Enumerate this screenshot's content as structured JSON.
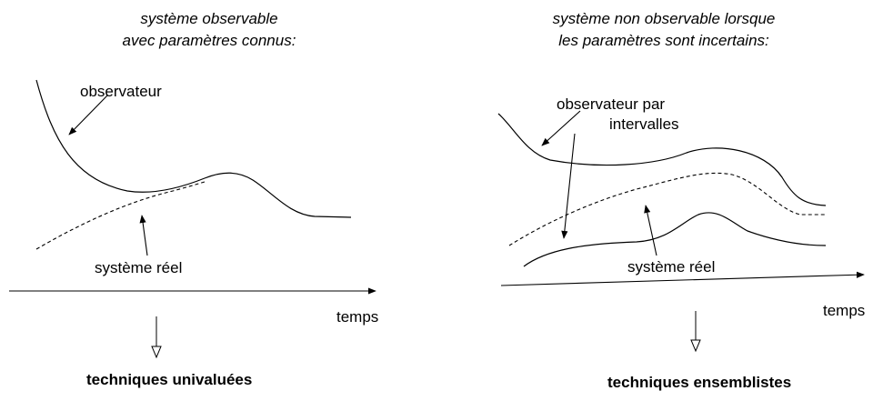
{
  "left_panel": {
    "title_line1": "système observable",
    "title_line2": "avec paramètres connus:",
    "observer_label": "observateur",
    "real_system_label": "système réel",
    "time_label": "temps",
    "conclusion": "techniques univaluées"
  },
  "right_panel": {
    "title_line1": "système non observable lorsque",
    "title_line2": "les paramètres sont incertains:",
    "observer_label_line1": "observateur par",
    "observer_label_line2": "intervalles",
    "real_system_label": "système réel",
    "time_label": "temps",
    "conclusion": "techniques ensemblistes"
  },
  "colors": {
    "ink": "#000000",
    "background": "#ffffff"
  }
}
